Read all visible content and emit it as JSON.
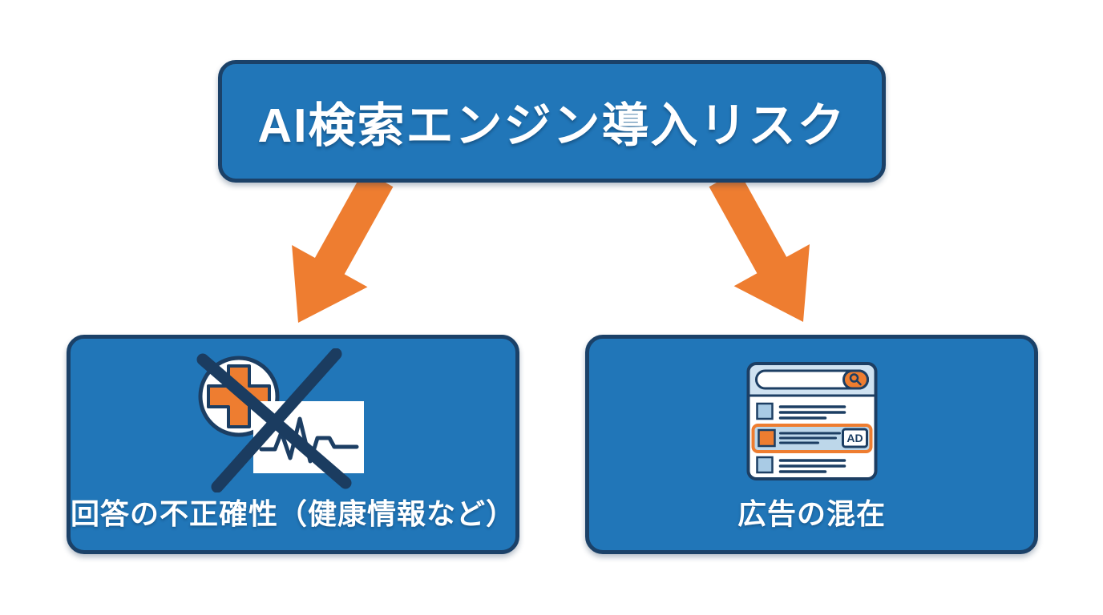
{
  "header": {
    "title": "AI検索エンジン導入リスク"
  },
  "branches": [
    {
      "label": "回答の不正確性（健康情報など）",
      "icon": "medical-info-crossed-out-icon"
    },
    {
      "label": "広告の混在",
      "icon": "search-results-with-ad-icon",
      "ad_badge": "AD"
    }
  ],
  "icons": {
    "arrow_left": "arrow-down-left",
    "arrow_right": "arrow-down-right"
  },
  "colors": {
    "box_fill": "#2176b8",
    "box_border": "#1b4168",
    "accent_orange": "#ee7d30",
    "text": "#ffffff",
    "icon_dark_navy": "#1c3e63",
    "icon_light_blue": "#a9cbe5",
    "ad_row_fill": "#bdd7ea",
    "header_band_fill": "#cfe2f1",
    "background": "#ffffff"
  }
}
